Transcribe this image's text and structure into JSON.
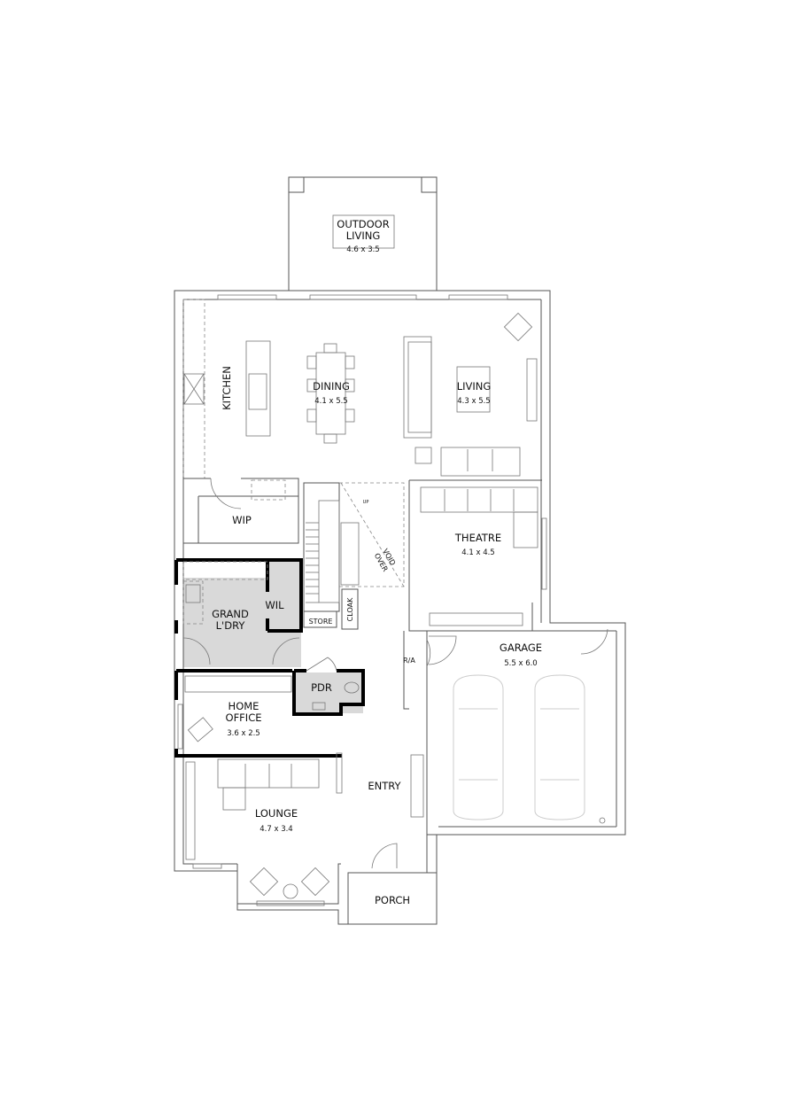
{
  "plan": {
    "rooms": {
      "outdoor_living": {
        "name_line1": "OUTDOOR",
        "name_line2": "LIVING",
        "size": "4.6 x 3.5"
      },
      "kitchen": {
        "name": "KITCHEN"
      },
      "dining": {
        "name": "DINING",
        "size": "4.1 x 5.5"
      },
      "living": {
        "name": "LIVING",
        "size": "4.3 x 5.5"
      },
      "wip": {
        "name": "WIP"
      },
      "theatre": {
        "name": "THEATRE",
        "size": "4.1 x 4.5"
      },
      "void": {
        "name_line1": "VOID",
        "name_line2": "OVER"
      },
      "up": {
        "name": "UP"
      },
      "grand_laundry": {
        "name_line1": "GRAND",
        "name_line2": "L'DRY"
      },
      "wil": {
        "name": "WIL"
      },
      "store": {
        "name": "STORE"
      },
      "cloak": {
        "name": "CLOAK"
      },
      "garage": {
        "name": "GARAGE",
        "size": "5.5 x 6.0"
      },
      "ra": {
        "name": "R/A"
      },
      "pdr": {
        "name": "PDR"
      },
      "home_office": {
        "name_line1": "HOME",
        "name_line2": "OFFICE",
        "size": "3.6 x 2.5"
      },
      "entry": {
        "name": "ENTRY"
      },
      "lounge": {
        "name": "LOUNGE",
        "size": "4.7 x 3.4"
      },
      "porch": {
        "name": "PORCH"
      }
    },
    "colors": {
      "wet_area_fill": "#d9d9d9",
      "wall": "#555555",
      "feature_wall": "#000000"
    }
  }
}
